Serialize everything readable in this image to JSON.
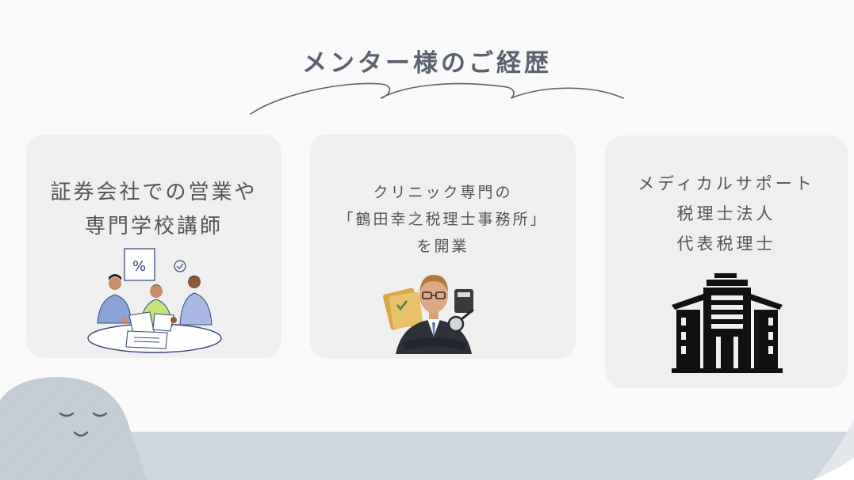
{
  "title": "メンター様のご経歴",
  "cards": [
    {
      "lines": [
        "証券会社での営業や",
        "専門学校講師"
      ],
      "illustration": "business-meeting-illustration"
    },
    {
      "lines": [
        "クリニック専門の",
        "「鶴田幸之税理士事務所」",
        "を開業"
      ],
      "illustration": "accountant-illustration"
    },
    {
      "lines": [
        "メディカルサポート",
        "税理士法人",
        "代表税理士"
      ],
      "illustration": "office-building-icon"
    }
  ],
  "colors": {
    "title": "#5a6270",
    "card_bg": "#efefef",
    "band": "#d0d6de",
    "text": "#555555"
  }
}
